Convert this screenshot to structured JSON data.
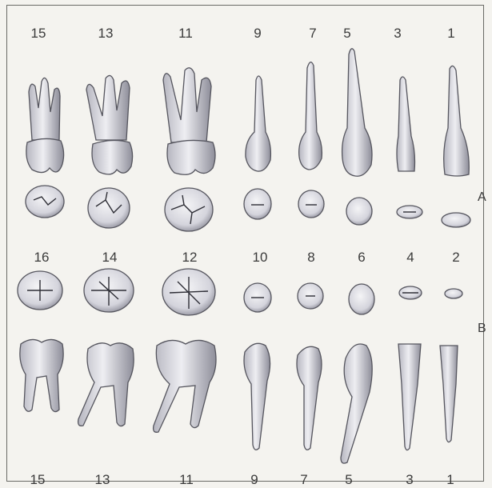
{
  "upper_row_numbers": [
    "15",
    "13",
    "11",
    "9",
    "7",
    "5",
    "3",
    "1"
  ],
  "middle_row_numbers": [
    "16",
    "14",
    "12",
    "10",
    "8",
    "6",
    "4",
    "2"
  ],
  "bottom_row_numbers": [
    "15",
    "13",
    "11",
    "9",
    "7",
    "5",
    "3",
    "1"
  ],
  "row_labels": {
    "a": "A",
    "b": "B"
  },
  "colors": {
    "background": "#f4f3ef",
    "tooth_fill": "#e9e9ee",
    "tooth_shade": "#9a9aa6",
    "outline": "#55555e"
  }
}
